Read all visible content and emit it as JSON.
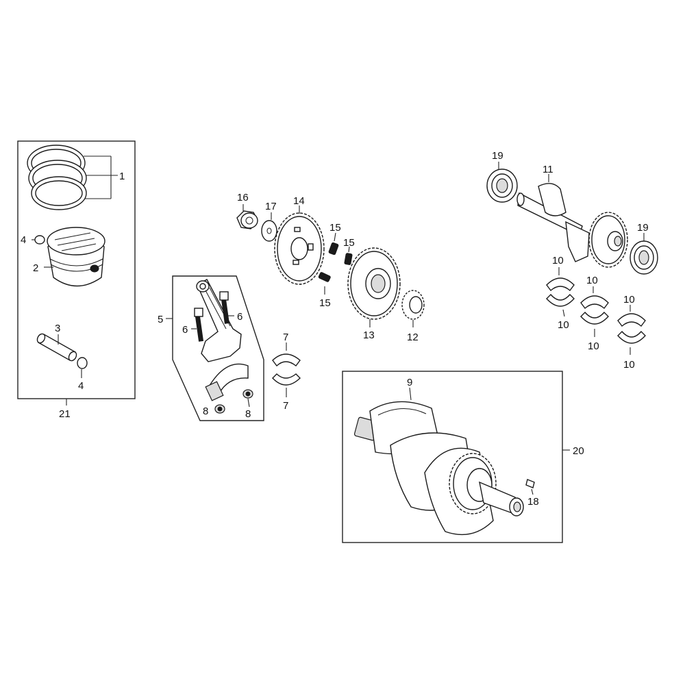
{
  "labels": {
    "n1": "1",
    "n2": "2",
    "n3": "3",
    "n4a": "4",
    "n4b": "4",
    "n5": "5",
    "n6a": "6",
    "n6b": "6",
    "n7a": "7",
    "n7b": "7",
    "n8a": "8",
    "n8b": "8",
    "n9": "9",
    "n10a": "10",
    "n10b": "10",
    "n10c": "10",
    "n10d": "10",
    "n10e": "10",
    "n10f": "10",
    "n11": "11",
    "n12": "12",
    "n13": "13",
    "n14": "14",
    "n15a": "15",
    "n15b": "15",
    "n15c": "15",
    "n16": "16",
    "n17": "17",
    "n18": "18",
    "n19a": "19",
    "n19b": "19",
    "n20": "20",
    "n21": "21"
  }
}
